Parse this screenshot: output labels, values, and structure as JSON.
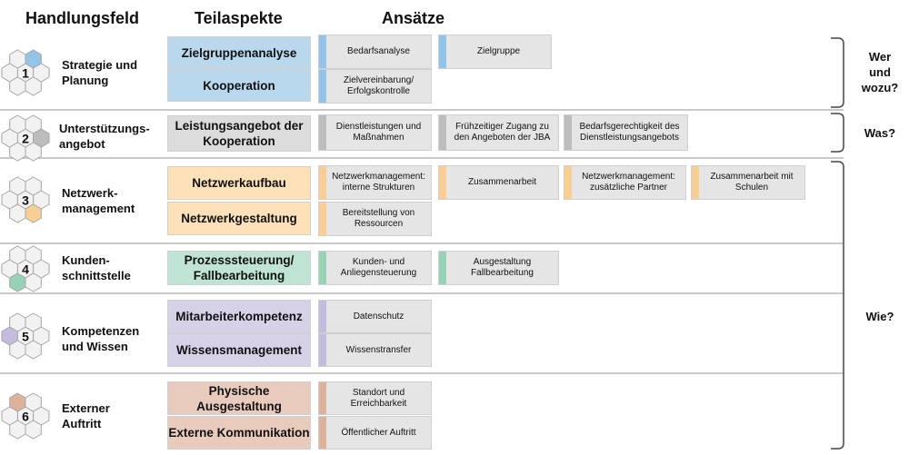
{
  "headers": {
    "field": "Handlungsfeld",
    "aspects": "Teilaspekte",
    "approaches": "Ansätze"
  },
  "colors": {
    "blue": "#b9d8ee",
    "blue_bar": "#93c3e6",
    "gray": "#dcdcdc",
    "gray_bar": "#bdbdbd",
    "orange": "#fde1b9",
    "orange_bar": "#f7cf95",
    "green": "#bfe4d4",
    "green_bar": "#98d2b6",
    "purple": "#d7d1e8",
    "purple_bar": "#c4bbdd",
    "rose": "#e8cbbc",
    "rose_bar": "#ddb29b",
    "hex_fill": "#f2f2f2",
    "hex_stroke": "#a6a6a6"
  },
  "rows": [
    {
      "num": "1",
      "label": [
        "Strategie und",
        "Planung"
      ],
      "color": "blue",
      "aspects": [
        "Zielgruppenanalyse",
        "Kooperation"
      ],
      "approaches": [
        [
          "Bedarfsanalyse",
          "Zielgruppe"
        ],
        [
          "Zielvereinbarung/ Erfolgskontrolle"
        ]
      ]
    },
    {
      "num": "2",
      "label": [
        "Unterstützungs-",
        "angebot"
      ],
      "color": "gray",
      "aspects": [
        "Leistungsangebot der Kooperation"
      ],
      "approaches": [
        [
          "Dienstleistungen und Maßnahmen",
          "Frühzeitiger Zugang zu den Angeboten der JBA",
          "Bedarfsgerechtigkeit des Dienstleistungsangebots"
        ]
      ]
    },
    {
      "num": "3",
      "label": [
        "Netzwerk-",
        "management"
      ],
      "color": "orange",
      "aspects": [
        "Netzwerkaufbau",
        "Netzwerkgestaltung"
      ],
      "approaches": [
        [
          "Netzwerkmanagement: interne Strukturen",
          "Zusammenarbeit",
          "Netzwerkmanagement: zusätzliche Partner",
          "Zusammenarbeit mit Schulen"
        ],
        [
          "Bereitstellung von Ressourcen"
        ]
      ]
    },
    {
      "num": "4",
      "label": [
        "Kunden-",
        "schnittstelle"
      ],
      "color": "green",
      "aspects": [
        "Prozesssteuerung/ Fallbearbeitung"
      ],
      "approaches": [
        [
          "Kunden- und Anliegensteuerung",
          "Ausgestaltung Fallbearbeitung"
        ]
      ]
    },
    {
      "num": "5",
      "label": [
        "Kompetenzen",
        "und Wissen"
      ],
      "color": "purple",
      "aspects": [
        "Mitarbeiterkompetenz",
        "Wissensmanagement"
      ],
      "approaches": [
        [
          "Datenschutz"
        ],
        [
          "Wissenstransfer"
        ]
      ]
    },
    {
      "num": "6",
      "label": [
        "Externer",
        "Auftritt"
      ],
      "color": "rose",
      "aspects": [
        "Physische Ausgestaltung",
        "Externe Kommunikation"
      ],
      "approaches": [
        [
          "Standort und Erreichbarkeit"
        ],
        [
          "Öffentlicher Auftritt"
        ]
      ]
    }
  ],
  "questions": [
    {
      "id": "q1",
      "lines": [
        "Wer",
        "und",
        "wozu?"
      ]
    },
    {
      "id": "q2",
      "lines": [
        "Was?"
      ]
    },
    {
      "id": "q3",
      "lines": [
        "Wie?"
      ]
    }
  ]
}
